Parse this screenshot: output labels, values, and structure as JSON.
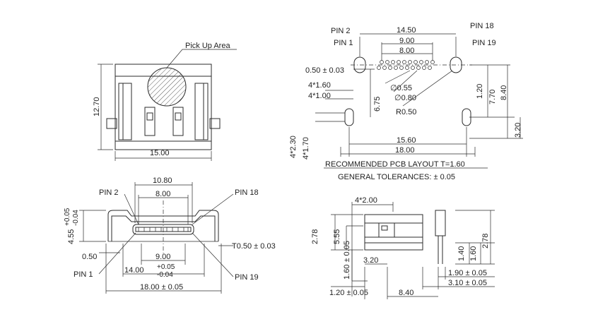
{
  "top_left_view": {
    "pickup_label": "Pick Up Area",
    "dim_height": "12.70",
    "dim_width": "15.00"
  },
  "pcb_layout": {
    "pin2": "PIN 2",
    "pin1": "PIN 1",
    "pin18": "PIN 18",
    "pin19": "PIN 19",
    "dim_14_50": "14.50",
    "dim_9_00": "9.00",
    "dim_8_00": "8.00",
    "pitch": "0.50 ± 0.03",
    "four_1_60": "4*1.60",
    "four_1_00": "4*1.00",
    "dim_6_75": "6.75",
    "dia_0_55": "∅0.55",
    "dia_0_80": "∅0.80",
    "radius": "R0.50",
    "dim_1_20": "1.20",
    "dim_7_70": "7.70",
    "dim_8_40": "8.40",
    "dim_3_20": "3.20",
    "four_2_30": "4*2.30",
    "four_1_70": "4*1.70",
    "dim_15_60": "15.60",
    "dim_18_00": "18.00",
    "recommended": "RECOMMENDED PCB LAYOUT T=1.60",
    "tolerances": "GENERAL TOLERANCES: ± 0.05"
  },
  "front_view": {
    "dim_10_80": "10.80",
    "dim_8_00": "8.00",
    "pin2": "PIN 2",
    "pin18": "PIN 18",
    "dim_4_55": "4.55",
    "tol_plus": "+0.05",
    "tol_minus": "-0.04",
    "dim_0_50": "0.50",
    "dim_9_00": "9.00",
    "t_050": "T0.50 ± 0.03",
    "dim_14_00": "14.00",
    "dim_14_plus": "+0.05",
    "dim_14_minus": "-0.04",
    "pin1": "PIN 1",
    "pin19": "PIN 19",
    "dim_18_00": "18.00 ± 0.05"
  },
  "side_view": {
    "four_2_00": "4*2.00",
    "dim_2_78": "2.78",
    "dim_5_55": "5.55",
    "dim_1_60": "1.60 ± 0.05",
    "dim_3_20": "3.20",
    "dim_1_40": "1.40",
    "dim_1_60b": "1.60",
    "dim_2_78b": "2.78",
    "dim_1_90": "1.90 ± 0.05",
    "dim_3_10": "3.10 ± 0.05",
    "dim_1_20": "1.20 ± 0.05",
    "dim_8_40": "8.40"
  }
}
